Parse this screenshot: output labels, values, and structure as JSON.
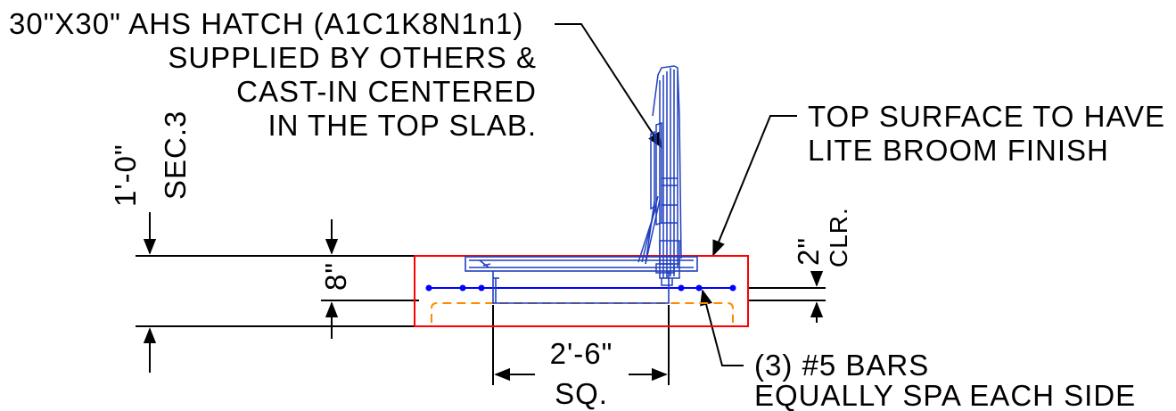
{
  "notes": {
    "hatch": {
      "line1": "30\"X30\" AHS HATCH (A1C1K8N1n1)",
      "line2": "SUPPLIED BY OTHERS &",
      "line3": "CAST-IN CENTERED",
      "line4": "IN THE TOP SLAB."
    },
    "surface": {
      "line1": "TOP SURFACE TO HAVE",
      "line2": "LITE BROOM FINISH"
    },
    "bars": {
      "line1": "(3) #5 BARS",
      "line2": "EQUALLY SPA EACH SIDE"
    }
  },
  "dimensions": {
    "overall_height": "1'-0\"",
    "section_ref": "SEC.3",
    "slab_thickness": "8\"",
    "cover": "2\"",
    "cover_suffix": "CLR.",
    "opening": "2'-6\"",
    "opening_suffix": "SQ."
  },
  "colors": {
    "slab_outline": "#ff0000",
    "hatch_frame": "#1f3fbf",
    "rebar": "#0000ff",
    "bottom_bars": "#ff8c00",
    "dimension_lines": "#000000"
  }
}
